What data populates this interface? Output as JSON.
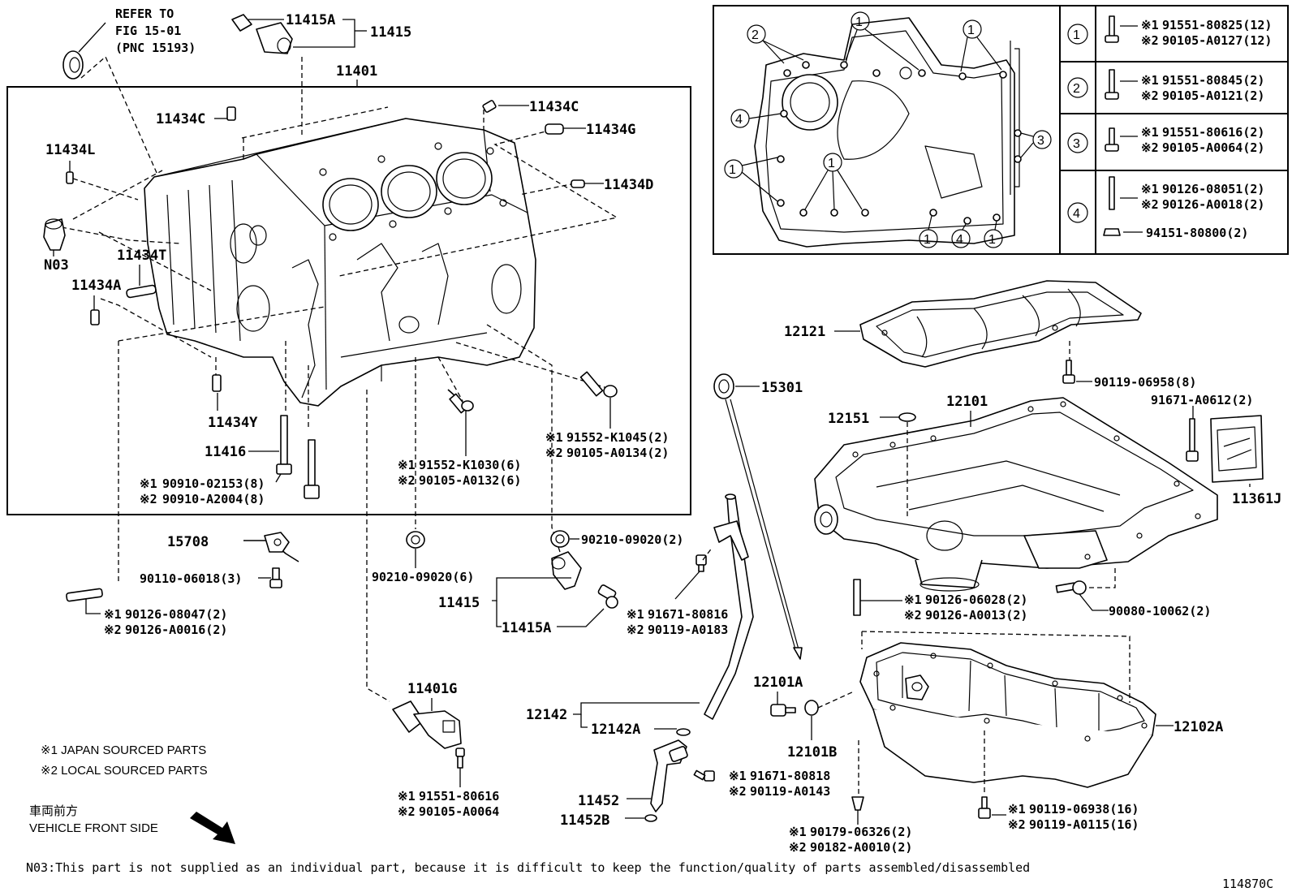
{
  "refer": {
    "line1": "REFER TO",
    "line2": "FIG 15-01",
    "line3": "(PNC 15193)"
  },
  "parts": {
    "p11415A_top": "11415A",
    "p11415_top": "11415",
    "p11401": "11401",
    "p11434C_left": "11434C",
    "p11434C_right": "11434C",
    "p11434G": "11434G",
    "p11434L": "11434L",
    "p11434D": "11434D",
    "pN03": "N03",
    "p11434T": "11434T",
    "p11434A": "11434A",
    "p11434Y": "11434Y",
    "p11416": "11416",
    "p15708": "15708",
    "p11415_bot": "11415",
    "p11415A_bot": "11415A",
    "p11401G": "11401G",
    "p12142": "12142",
    "p12142A": "12142A",
    "p11452": "11452",
    "p11452B": "11452B",
    "p15301": "15301",
    "p12151": "12151",
    "p12101": "12101",
    "p12121": "12121",
    "p11361J": "11361J",
    "p12101A": "12101A",
    "p12101B": "12101B",
    "p12102A": "12102A"
  },
  "bolts": {
    "b11416_1": "90910-02153(8)",
    "b11416_2": "90910-A2004(8)",
    "b91552K1030_1": "91552-K1030(6)",
    "b91552K1030_2": "90105-A0132(6)",
    "b91552K1045_1": "91552-K1045(2)",
    "b91552K1045_2": "90105-A0134(2)",
    "b90210_2": "90210-09020(2)",
    "b90210_6": "90210-09020(6)",
    "b90110": "90110-06018(3)",
    "b90126_08047_1": "90126-08047(2)",
    "b90126_08047_2": "90126-A0016(2)",
    "b91671_80816_1": "91671-80816",
    "b91671_80816_2": "90119-A0183",
    "b91551_80616_1": "91551-80616",
    "b91551_80616_2": "90105-A0064",
    "b91671_80818_1": "91671-80818",
    "b91671_80818_2": "90119-A0143",
    "b90179_1": "90179-06326(2)",
    "b90179_2": "90182-A0010(2)",
    "b90119_06938_1": "90119-06938(16)",
    "b90119_06938_2": "90119-A0115(16)",
    "b90126_06028_1": "90126-06028(2)",
    "b90126_06028_2": "90126-A0013(2)",
    "b90080": "90080-10062(2)",
    "b90119_06958": "90119-06958(8)",
    "b91671_A0612": "91671-A0612(2)"
  },
  "marks": {
    "m1": "※1",
    "m2": "※2"
  },
  "legend_table": [
    {
      "num": "1",
      "line1": "91551-80825(12)",
      "line2": "90105-A0127(12)"
    },
    {
      "num": "2",
      "line1": "91551-80845(2)",
      "line2": "90105-A0121(2)"
    },
    {
      "num": "3",
      "line1": "91551-80616(2)",
      "line2": "90105-A0064(2)"
    },
    {
      "num": "4",
      "line1": "90126-08051(2)",
      "line2": "90126-A0018(2)",
      "line3": "94151-80800(2)"
    }
  ],
  "notes": {
    "japan": "※1 JAPAN SOURCED PARTS",
    "local": "※2 LOCAL SOURCED PARTS",
    "front_jp": "車両前方",
    "front_en": "VEHICLE FRONT SIDE"
  },
  "footer": {
    "n03": "N03:This part is not supplied as an individual part, because it is difficult to keep the function/quality of parts assembled/disassembled",
    "code": "114870C"
  }
}
